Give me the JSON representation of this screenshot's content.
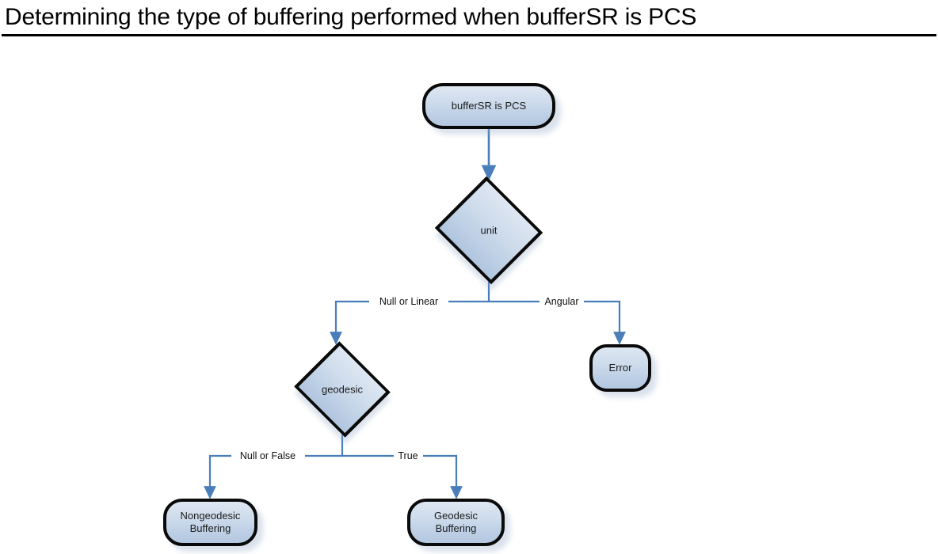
{
  "title": {
    "text": "Determining the type of buffering performed when bufferSR is PCS"
  },
  "diagram": {
    "kind": "flowchart",
    "nodes": [
      {
        "id": "start",
        "shape": "terminal",
        "label": "bufferSR is PCS"
      },
      {
        "id": "unit",
        "shape": "decision",
        "label": "unit"
      },
      {
        "id": "error",
        "shape": "terminal",
        "label": "Error"
      },
      {
        "id": "geodesic",
        "shape": "decision",
        "label": "geodesic"
      },
      {
        "id": "nongeodesic_buffering",
        "shape": "terminal",
        "label": "Nongeodesic\nBuffering"
      },
      {
        "id": "geodesic_buffering",
        "shape": "terminal",
        "label": "Geodesic Buffering"
      }
    ],
    "edges": [
      {
        "id": "e1",
        "from": "start",
        "to": "unit",
        "label": ""
      },
      {
        "id": "e2",
        "from": "unit",
        "to": "geodesic",
        "label": "Null or Linear"
      },
      {
        "id": "e3",
        "from": "unit",
        "to": "error",
        "label": "Angular"
      },
      {
        "id": "e4",
        "from": "geodesic",
        "to": "nongeodesic_buffering",
        "label": "Null or False"
      },
      {
        "id": "e5",
        "from": "geodesic",
        "to": "geodesic_buffering",
        "label": "True"
      }
    ],
    "edge_labels": {
      "null_or_linear": "Null or Linear",
      "angular": "Angular",
      "null_or_false": "Null or False",
      "true": "True"
    },
    "colors": {
      "node_border": "#0a0a0a",
      "node_fill_top": "#dee7f2",
      "node_fill_bottom": "#b3c7e0",
      "connector": "#4a7ebb",
      "title_text": "#000000",
      "background": "#ffffff"
    }
  }
}
